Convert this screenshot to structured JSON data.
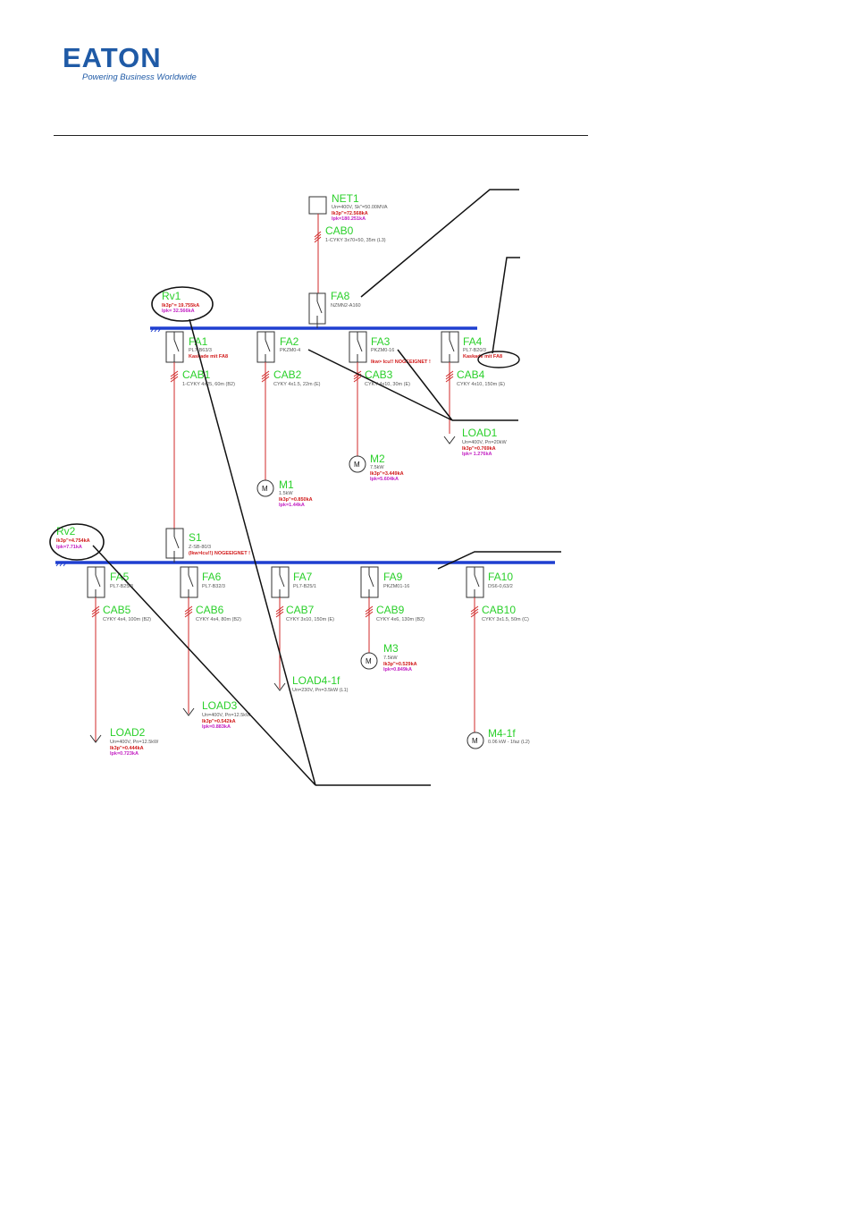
{
  "logo": {
    "word": "EATON",
    "tagline": "Powering Business Worldwide",
    "color": "#1f5aa6"
  },
  "colors": {
    "bus": "#1f3fd0",
    "cable": "#d12a2a",
    "label": "#2bd02b",
    "icsc": "#d11919",
    "ip": "#c21fc2"
  },
  "net": {
    "name": "NET1",
    "spec": "Un=400V, Sk\"=50.00MVA",
    "ik": "Ik3p\"=72.568kA",
    "ip": "Ipk=180.251kA"
  },
  "cab0": {
    "name": "CAB0",
    "spec": "1-CYKY 3x70+50, 35m (L3)"
  },
  "fa8": {
    "name": "FA8",
    "spec": "NZMN2-A160",
    "spec2": ""
  },
  "rv1": {
    "name": "Rv1",
    "ik": "Ik3p\"= 19.755kA",
    "ip": "Ipk= 32.566kA"
  },
  "fa1": {
    "name": "FA1",
    "spec": "PL7-B63/3",
    "warn": "Kaskade mit FA8"
  },
  "fa2": {
    "name": "FA2",
    "spec": "PKZM0-4"
  },
  "fa3": {
    "name": "FA3",
    "spec": "PKZM0-16",
    "warn": "Ikw> Icu!! NOGEEIGNET !"
  },
  "fa4": {
    "name": "FA4",
    "spec": "PL7-B20/3",
    "warn": "Kaskade mit FA8"
  },
  "cab1": {
    "name": "CAB1",
    "spec": "1-CYKY 4x25, 60m (B2)"
  },
  "cab2": {
    "name": "CAB2",
    "spec": "CYKY 4x1.5, 22m (E)"
  },
  "cab3": {
    "name": "CAB3",
    "spec": "CYKY 4x10, 30m (E)"
  },
  "cab4": {
    "name": "CAB4",
    "spec": "CYKY 4x10, 150m (E)"
  },
  "load1": {
    "name": "LOAD1",
    "spec": "Un=400V, Pn=20kW",
    "ik": "Ik3p\"=0.769kA",
    "ip": "Ipk= 1.276kA"
  },
  "m2": {
    "name": "M2",
    "spec": "7.5kW",
    "ik": "Ik3p\"=3.449kA",
    "ip": "Ipk=5.604kA"
  },
  "m1": {
    "name": "M1",
    "spec": "1.5kW",
    "ik": "Ik3p\"=0.850kA",
    "ip": "Ipk=1.44kA"
  },
  "rv2": {
    "name": "Rv2",
    "ik": "Ik3p\"=4.754kA",
    "ip": "Ipk=7.71kA"
  },
  "s1": {
    "name": "S1",
    "spec": "Z-SB-80/3",
    "warn": "(Ikw>Icu!!) NOGEEIGNET !"
  },
  "fa5": {
    "name": "FA5",
    "spec": "PL7-B25/3"
  },
  "fa6": {
    "name": "FA6",
    "spec": "PL7-B32/3"
  },
  "fa7": {
    "name": "FA7",
    "spec": "PL7-B25/1"
  },
  "fa9": {
    "name": "FA9",
    "spec": "PKZM01-16"
  },
  "fa10": {
    "name": "FA10",
    "spec": "DS6-0,63/2"
  },
  "cab5": {
    "name": "CAB5",
    "spec": "CYKY 4x4, 100m (B2)"
  },
  "cab6": {
    "name": "CAB6",
    "spec": "CYKY 4x4, 80m (B2)"
  },
  "cab7": {
    "name": "CAB7",
    "spec": "CYKY 3x10, 150m (E)"
  },
  "cab9": {
    "name": "CAB9",
    "spec": "CYKY 4x6, 130m (B2)"
  },
  "cab10": {
    "name": "CAB10",
    "spec": "CYKY 3x1.5, 50m (C)"
  },
  "m3": {
    "name": "M3",
    "spec": "7.5kW",
    "ik": "Ik3p\"=0.529kA",
    "ip": "Ipk=0.849kA"
  },
  "load41f": {
    "name": "LOAD4-1f",
    "spec": "Un=230V, Pn=3.5kW (L1)"
  },
  "load3": {
    "name": "LOAD3",
    "spec": "Un=400V, Pn=12.5kW",
    "ik": "Ik3p\"=0.542kA",
    "ip": "Ipk=0.883kA"
  },
  "load2": {
    "name": "LOAD2",
    "spec": "Un=400V, Pn=12.5kW",
    "ik": "Ik3p\"=0.444kA",
    "ip": "Ipk=0.723kA"
  },
  "m41f": {
    "name": "M4-1f",
    "spec": "0.06 kW - 1faz (L2)"
  },
  "motor_symbol": "M"
}
